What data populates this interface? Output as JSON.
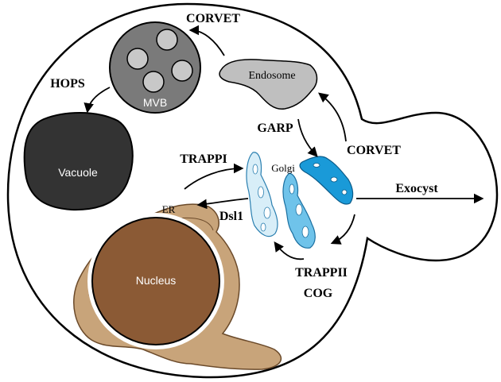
{
  "organelles": {
    "mvb": "MVB",
    "endosome": "Endosome",
    "vacuole": "Vacuole",
    "golgi": "Golgi",
    "er": "ER",
    "nucleus": "Nucleus"
  },
  "complexes": {
    "corvet_top": "CORVET",
    "hops": "HOPS",
    "garp": "GARP",
    "corvet_right": "CORVET",
    "trappi": "TRAPPI",
    "dsl1": "Dsl1",
    "trappii": "TRAPPII",
    "cog": "COG",
    "exocyst": "Exocyst"
  },
  "colors": {
    "mvb": "#7a7a7a",
    "mvb_vesicle": "#c8c8c8",
    "endosome": "#bfbfbf",
    "vacuole": "#333333",
    "nucleus": "#8b5a35",
    "er": "#c8a47a",
    "golgi_cis": "#d8eef8",
    "golgi_medial": "#6fc3ea",
    "golgi_trans": "#1a9ad8"
  }
}
